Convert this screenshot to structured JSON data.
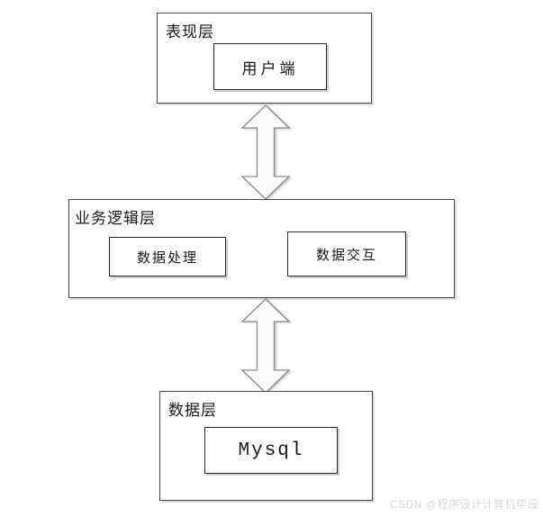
{
  "diagram": {
    "layers": [
      {
        "label": "表现层",
        "children": [
          {
            "label": "用户端"
          }
        ]
      },
      {
        "label": "业务逻辑层",
        "children": [
          {
            "label": "数据处理"
          },
          {
            "label": "数据交互"
          }
        ]
      },
      {
        "label": "数据层",
        "children": [
          {
            "label": "Mysql"
          }
        ]
      }
    ],
    "connectors": [
      {
        "type": "double-arrow-vertical",
        "from": "表现层",
        "to": "业务逻辑层"
      },
      {
        "type": "double-arrow-vertical",
        "from": "业务逻辑层",
        "to": "数据层"
      }
    ]
  },
  "watermark": "CSDN @程序设计计算机毕设",
  "colors": {
    "background": "#ffffff",
    "outer_border": "#4a4a4a",
    "inner_border": "#2b2b2b",
    "arrow_fill": "#fcfcfc",
    "arrow_stroke": "#8c8c8c",
    "shadow": "#cfcfcf",
    "text": "#1a1a1a",
    "watermark_text": "#d9d9d9"
  }
}
